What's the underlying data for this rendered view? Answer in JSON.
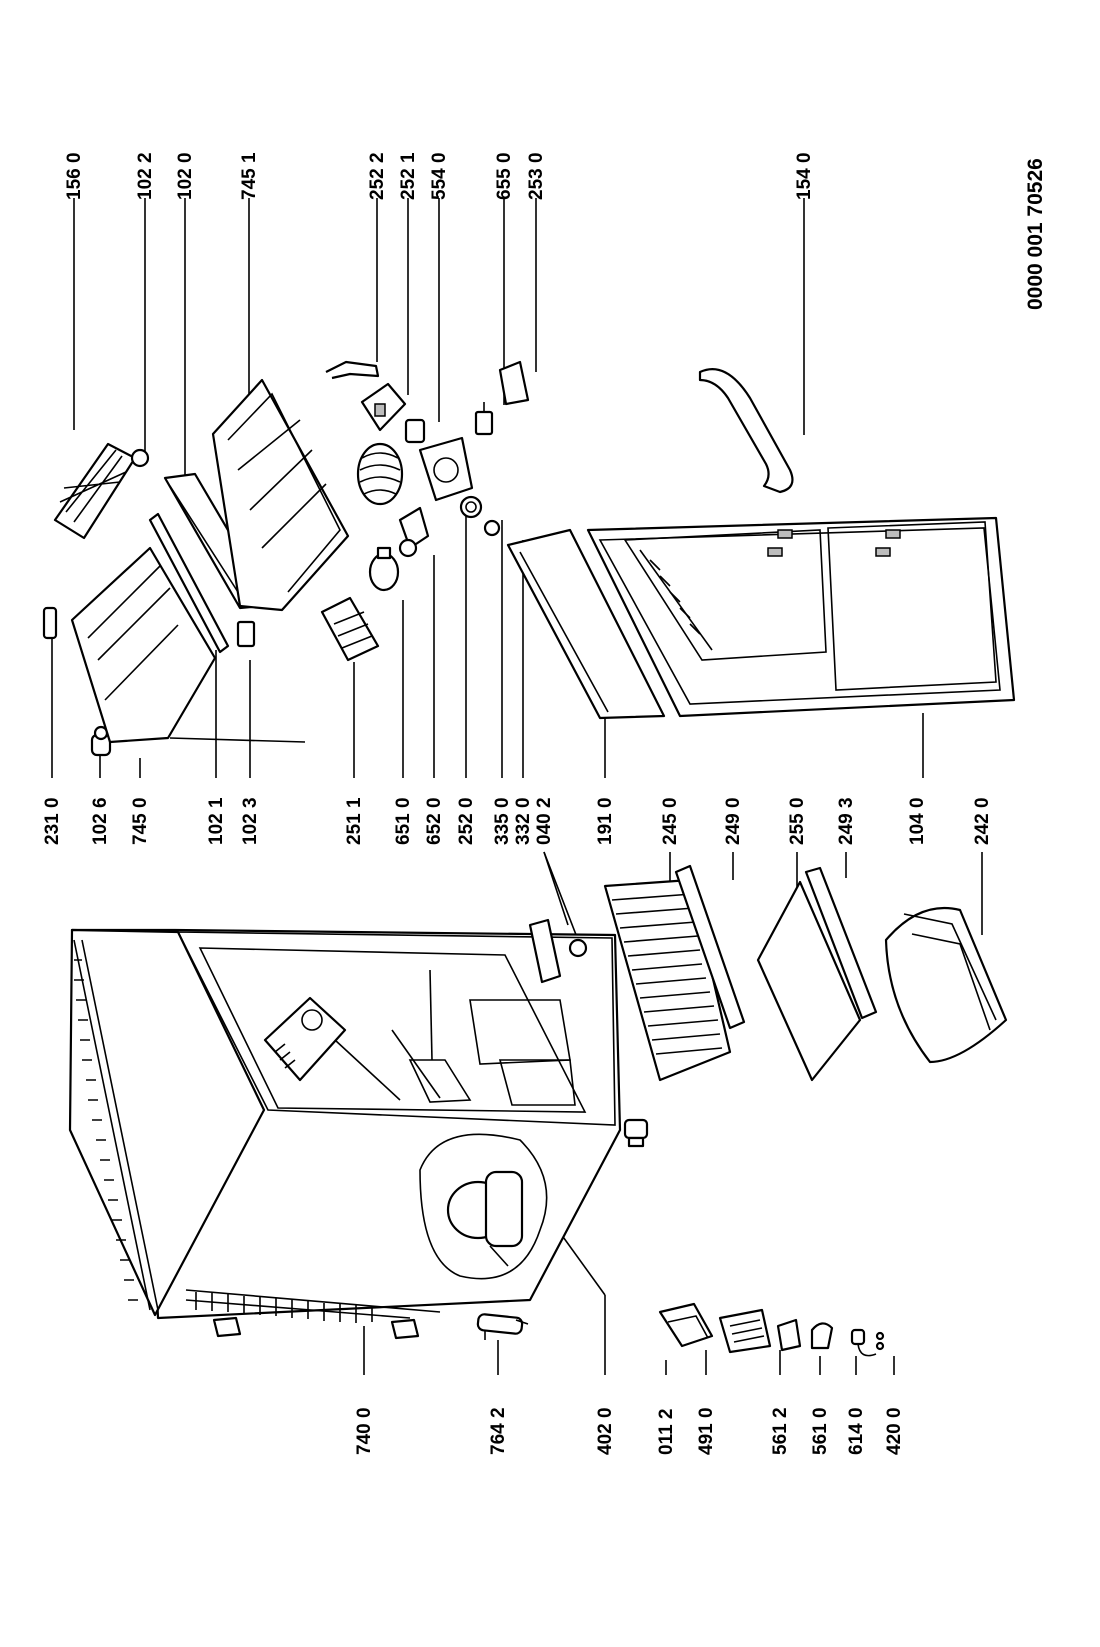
{
  "drawing_ref": "0000 001 70526",
  "labels": {
    "l1560": "156 0",
    "l1022": "102 2",
    "l1020": "102 0",
    "l7451": "745 1",
    "l2522": "252 2",
    "l2521": "252 1",
    "l5540": "554 0",
    "l6550": "655 0",
    "l2530": "253 0",
    "l1540": "154 0",
    "l2310": "231 0",
    "l1026": "102 6",
    "l7450": "745 0",
    "l1021": "102 1",
    "l1023": "102 3",
    "l2511": "251 1",
    "l6510": "651 0",
    "l6520": "652 0",
    "l2520": "252 0",
    "l3350": "335 0",
    "l3320": "332 0",
    "l0402": "040 2",
    "l1910": "191 0",
    "l2450": "245 0",
    "l2490": "249 0",
    "l2550": "255 0",
    "l2493": "249 3",
    "l1040": "104 0",
    "l2420": "242 0",
    "l7400": "740 0",
    "l7642": "764 2",
    "l4020": "402 0",
    "l0112": "011 2",
    "l4910": "491 0",
    "l5612": "561 2",
    "l5610": "561 0",
    "l6140": "614 0",
    "l4200": "420 0"
  }
}
